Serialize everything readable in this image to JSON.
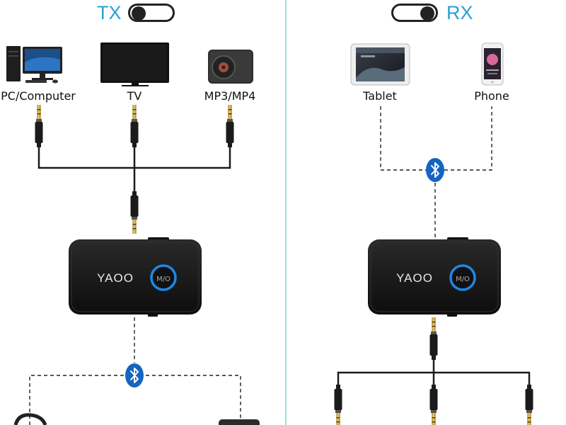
{
  "tx": {
    "label": "TX",
    "toggle_state": "left",
    "sources": [
      {
        "label": "PC/Computer",
        "icon": "pc-computer-icon"
      },
      {
        "label": "TV",
        "icon": "tv-icon"
      },
      {
        "label": "MP3/MP4",
        "icon": "mp3-player-icon"
      }
    ],
    "device_brand": "YAOO",
    "device_button": "M/O",
    "link_icon": "bluetooth-icon"
  },
  "rx": {
    "label": "RX",
    "toggle_state": "right",
    "sources": [
      {
        "label": "Tablet",
        "icon": "tablet-icon"
      },
      {
        "label": "Phone",
        "icon": "phone-icon"
      }
    ],
    "device_brand": "YAOO",
    "device_button": "M/O",
    "link_icon": "bluetooth-icon"
  },
  "colors": {
    "accent": "#2a9fd6",
    "bluetooth": "#1565c0",
    "device": "#151515",
    "divider": "#7fd0cf",
    "button_ring": "#1e88e5"
  }
}
